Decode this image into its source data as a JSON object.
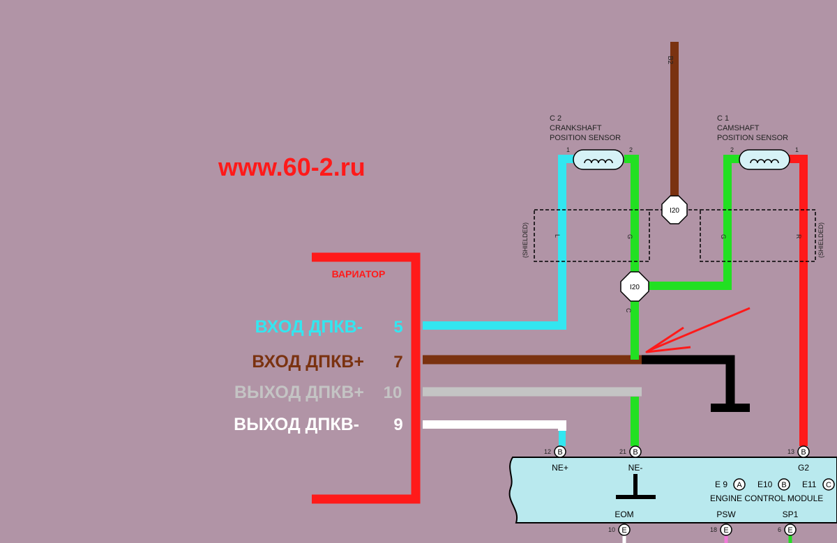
{
  "watermark": "www.60-2.ru",
  "variator": {
    "title": "ВАРИАТОР",
    "pins": [
      {
        "label": "ВХОД ДПКВ-",
        "number": "5",
        "color": "#33e6f0"
      },
      {
        "label": "ВХОД ДПКВ+",
        "number": "7",
        "color": "#7a3210"
      },
      {
        "label": "ВЫХОД ДПКВ+",
        "number": "10",
        "color": "#c4c4c4"
      },
      {
        "label": "ВЫХОД ДПКВ-",
        "number": "9",
        "color": "#ffffff"
      }
    ]
  },
  "crank_sensor": {
    "connector": "C 2",
    "line1": "CRANKSHAFT",
    "line2": "POSITION SENSOR",
    "pin_left": "1",
    "pin_right": "2"
  },
  "cam_sensor": {
    "connector": "C 1",
    "line1": "CAMSHAFT",
    "line2": "POSITION SENSOR",
    "pin_left": "2",
    "pin_right": "1"
  },
  "top_wire_label": "B2",
  "junction": "I20",
  "shield_text": "(SHIELDED)",
  "wire_letters": {
    "l": "L",
    "g1": "G",
    "g2": "G",
    "r": "R",
    "c": "C"
  },
  "ecm": {
    "title": "ENGINE CONTROL MODULE",
    "conn1": "E 9",
    "conn1_letter": "A",
    "conn2": "E10",
    "conn2_letter": "B",
    "conn3": "E11",
    "conn3_letter": "C",
    "terminals_top": [
      {
        "pin": "12",
        "letter": "B",
        "name": "NE+"
      },
      {
        "pin": "21",
        "letter": "B",
        "name": "NE-"
      },
      {
        "pin": "13",
        "letter": "B",
        "name": "G2"
      }
    ],
    "terminals_bottom": [
      {
        "pin": "10",
        "letter": "E",
        "name": "EOM"
      },
      {
        "pin": "18",
        "letter": "E",
        "name": "PSW"
      },
      {
        "pin": "6",
        "letter": "E",
        "name": "SP1"
      }
    ]
  },
  "colors": {
    "background": "#b194a6",
    "red": "#ff1a1a",
    "green": "#22e022",
    "cyan": "#33e6f0",
    "brown": "#7a3210",
    "gray": "#c4c4c4",
    "white": "#ffffff",
    "black": "#000000",
    "ecm_fill": "#b9e9ee"
  }
}
